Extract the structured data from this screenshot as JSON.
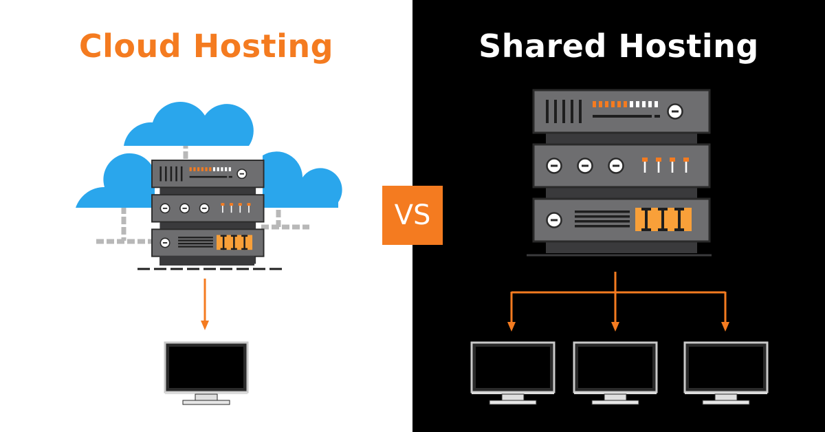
{
  "titles": {
    "cloud": "Cloud Hosting",
    "shared": "Shared Hosting",
    "versus": "VS"
  },
  "colors": {
    "accent": "#f47b20",
    "cloud_blue": "#2aa6ec",
    "left_background": "#ffffff",
    "right_background": "#000000",
    "server_body": "#6e6e70",
    "server_dark": "#3a3a3c",
    "server_light": "#e6e6e6",
    "pipe_gray": "#b8b8b8",
    "monitor_frame": "#c9c9c9"
  },
  "icons": [
    "cloud-icon",
    "server-rack-icon",
    "monitor-icon",
    "arrow-down-icon"
  ]
}
